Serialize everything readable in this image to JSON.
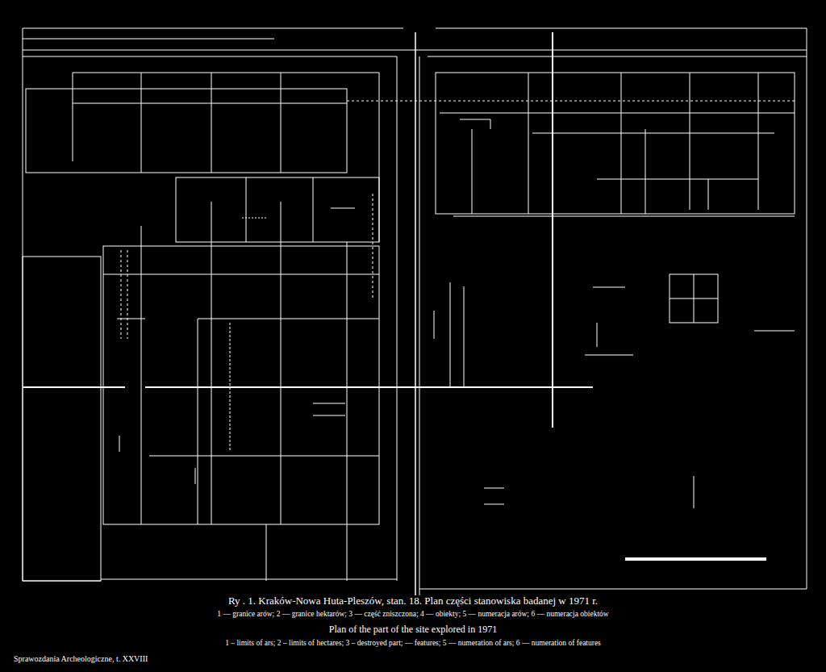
{
  "diagram": {
    "caption": "Ry . 1. Kraków-Nowa Huta-Pleszów, stan. 18. Plan części stanowiska badanej w 1971 r.",
    "labels": [
      "1 — granice arów; 2 — granice hektarów; 3 — część zniszczona; 4 — obiekty; 5 — numeracja arów; 6 — numeracja obiektów",
      "Plan of the part of the site explored in 1971",
      "1 – limits of ars; 2 – limits of hectares; 3 – destroyed part; — features; 5 — numeration of ars; 6 — numeration of features",
      "Sprawozdania Archeologiczne, t. XXVIII"
    ]
  }
}
